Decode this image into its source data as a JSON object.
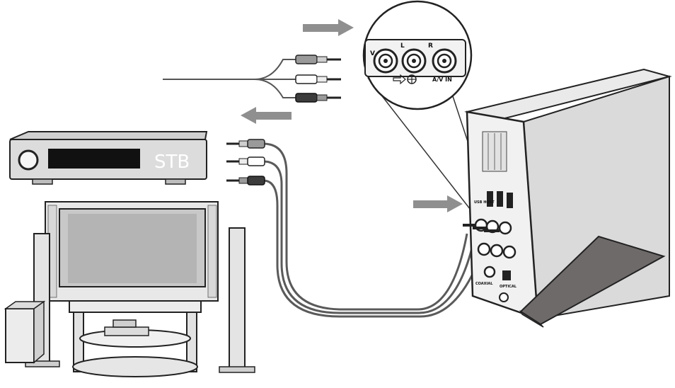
{
  "stb": {
    "label": "STB"
  },
  "jack_panel": {
    "v_label": "V",
    "l_label": "L",
    "r_label": "R",
    "input_label": "A/V IN"
  },
  "player": {
    "usb_label": "USB HOST",
    "optical_label": "OPTICAL",
    "coaxial_label": "COAXIAL"
  },
  "colors": {
    "arrow": "#8f8f8f",
    "cable": "#5a5a5a",
    "stand": "#6f6a6a",
    "stb_body": "#dcdcdc",
    "stb_display": "#111111"
  }
}
